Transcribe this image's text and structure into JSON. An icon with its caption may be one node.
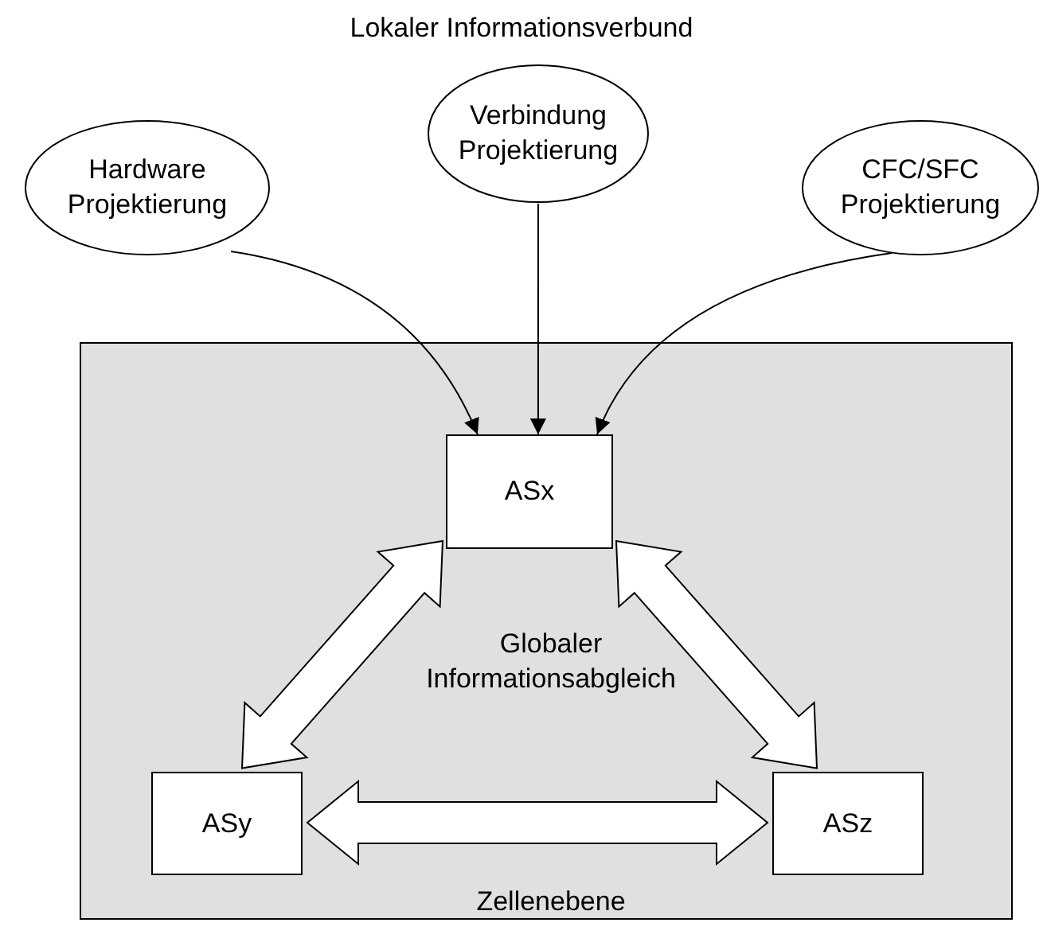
{
  "diagram": {
    "title": "Lokaler Informationsverbund",
    "nodes": [
      {
        "text": [
          "Hardware Projektierung"
        ]
      },
      {
        "text": [
          "Verbindung Projektierung"
        ]
      },
      {
        "text": [
          "CFC/SFC Projektierung"
        ]
      },
      {
        "text": [
          "Globaler Informationsabgleich",
          "Zellenebene"
        ]
      },
      {
        "text": [
          "ASx"
        ],
        "in": 3
      },
      {
        "text": [
          "ASy"
        ],
        "in": 3
      },
      {
        "text": [
          "ASz"
        ],
        "in": 3
      }
    ],
    "edges": [
      {
        "from": 0,
        "to": 4,
        "arrow": "to"
      },
      {
        "from": 1,
        "to": 4,
        "arrow": "to"
      },
      {
        "from": 2,
        "to": 4,
        "arrow": "to"
      },
      {
        "from": 4,
        "to": 5,
        "arrow": "both",
        "style": "thick"
      },
      {
        "from": 4,
        "to": 6,
        "arrow": "both",
        "style": "thick"
      },
      {
        "from": 5,
        "to": 6,
        "arrow": "both",
        "style": "thick"
      }
    ]
  }
}
